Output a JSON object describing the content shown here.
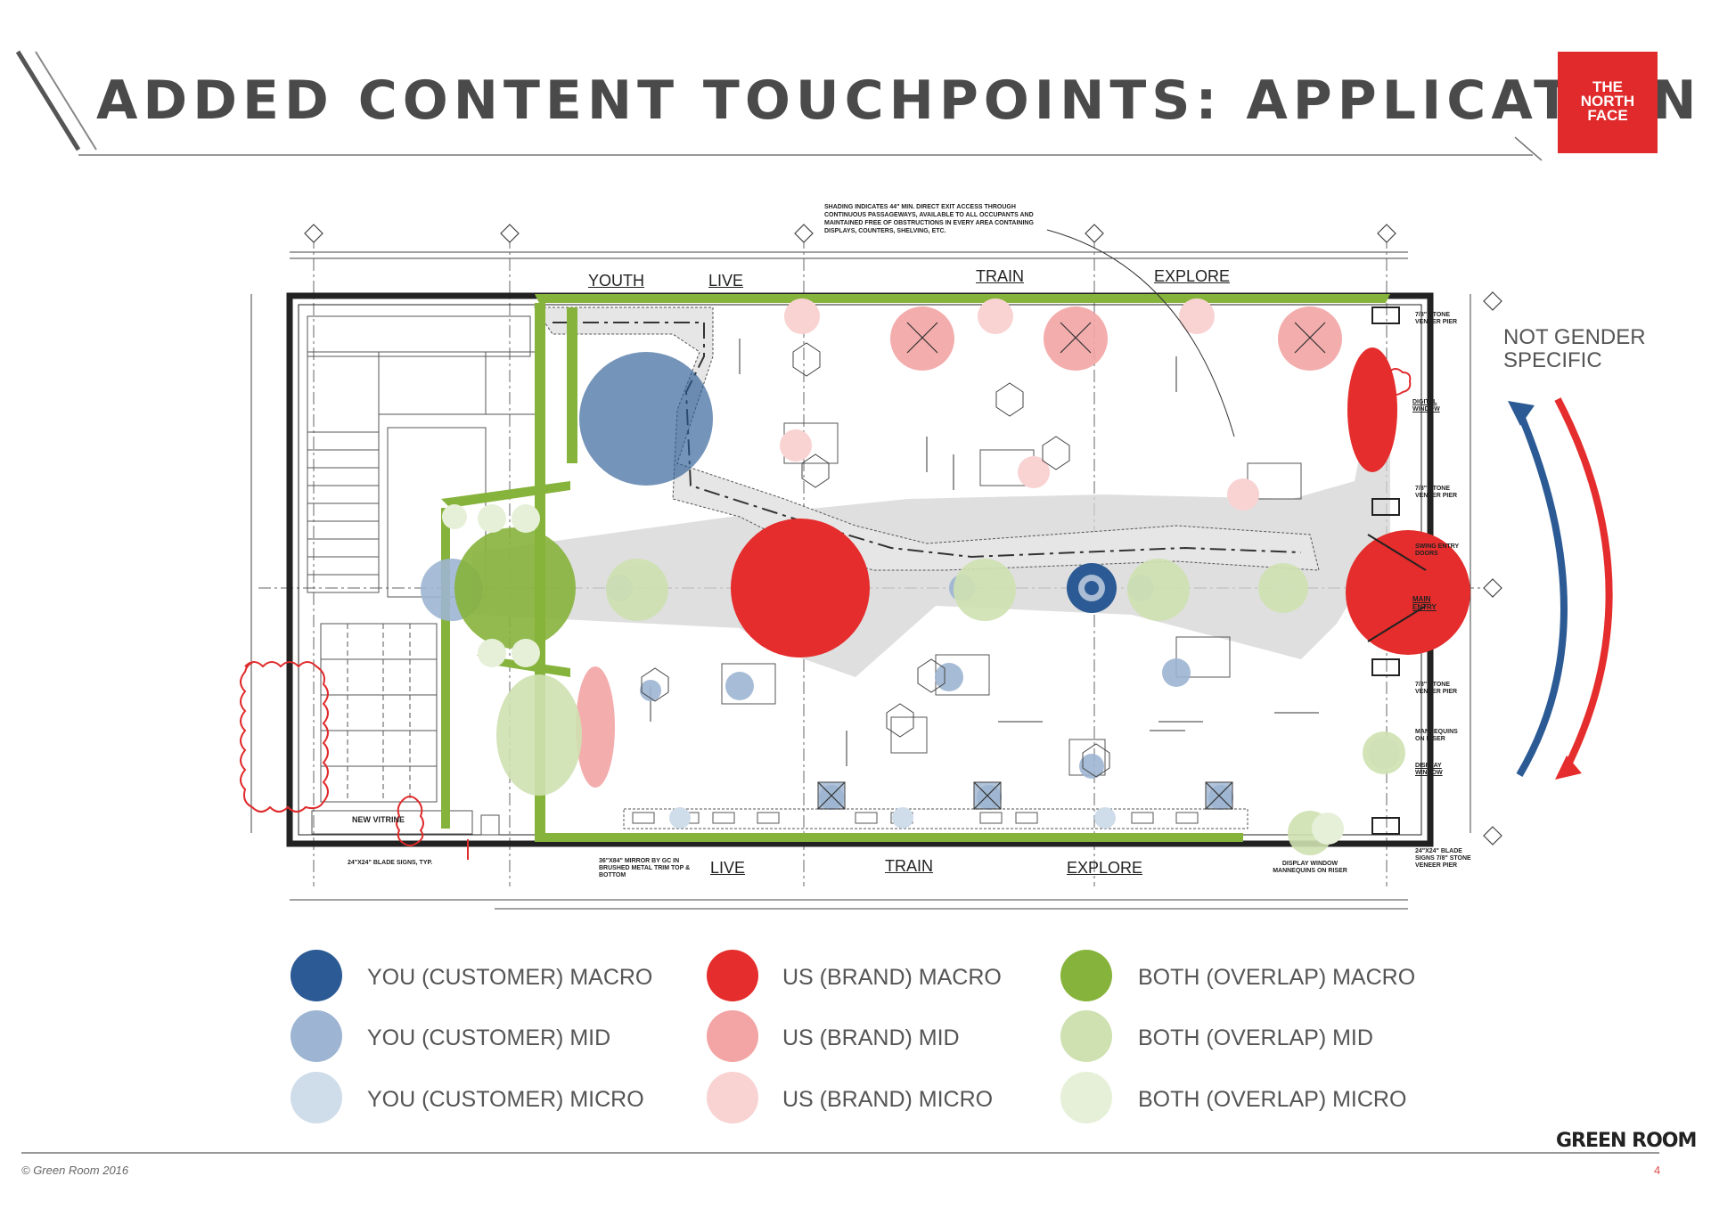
{
  "header": {
    "title": "ADDED CONTENT TOUCHPOINTS: APPLICATION",
    "logo_text_1": "THE",
    "logo_text_2": "NORTH",
    "logo_text_3": "FACE"
  },
  "plan": {
    "note": "SHADING INDICATES 44\" MIN. DIRECT EXIT ACCESS THROUGH CONTINUOUS PASSAGEWAYS, AVAILABLE TO ALL OCCUPANTS AND MAINTAINED FREE OF OBSTRUCTIONS IN EVERY AREA CONTAINING DISPLAYS, COUNTERS, SHELVING, ETC.",
    "zones_top": [
      "YOUTH",
      "LIVE",
      "TRAIN",
      "EXPLORE"
    ],
    "zones_bottom": [
      "LIVE",
      "TRAIN",
      "EXPLORE"
    ],
    "side_labels": [
      "7/8\" STONE VENEER PIER",
      "DIGITAL WINDOW",
      "7/8\" STONE VENEER PIER",
      "SWING ENTRY DOORS",
      "MAIN ENTRY",
      "7/8\" STONE VENEER PIER",
      "MANNEQUINS ON RISER",
      "DISPLAY WINDOW"
    ],
    "bottom_labels": [
      "24\"X24\" BLADE SIGNS, TYP.",
      "36\"X84\" MIRROR BY GC IN BRUSHED METAL TRIM TOP & BOTTOM",
      "DISPLAY WINDOW MANNEQUINS ON RISER",
      "24\"X24\" BLADE SIGNS 7/8\" STONE VENEER PIER"
    ],
    "vitrine_label": "NEW VITRINE"
  },
  "side_note": {
    "line1": "NOT GENDER",
    "line2": "SPECIFIC"
  },
  "legend": {
    "items": [
      {
        "label": "YOU (CUSTOMER) MACRO",
        "color": "#2b5a94"
      },
      {
        "label": "YOU (CUSTOMER) MID",
        "color": "#9db5d2"
      },
      {
        "label": "YOU (CUSTOMER) MICRO",
        "color": "#cfdcea"
      },
      {
        "label": "US (BRAND) MACRO",
        "color": "#e42d2c"
      },
      {
        "label": "US (BRAND) MID",
        "color": "#f3a4a4"
      },
      {
        "label": "US (BRAND) MICRO",
        "color": "#f9d2d2"
      },
      {
        "label": "BOTH (OVERLAP) MACRO",
        "color": "#86b33b"
      },
      {
        "label": "BOTH (OVERLAP) MID",
        "color": "#cfe1b1"
      },
      {
        "label": "BOTH (OVERLAP) MICRO",
        "color": "#e6f0d8"
      }
    ]
  },
  "footer": {
    "copyright": "© Green Room 2016",
    "brand": "GREEN ROOM",
    "page": "4"
  }
}
